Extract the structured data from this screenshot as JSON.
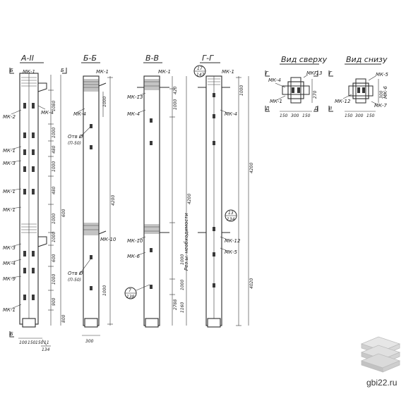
{
  "sections": [
    {
      "title": "А-II",
      "top_marker_left": "Б",
      "top_marker_right": "Б",
      "bottom_marker_left": "Б",
      "labels": [
        "МК-1",
        "МК-2",
        "МК-4",
        "МК-1",
        "МК-3",
        "МК-1",
        "МК-1",
        "МК-3",
        "МК-4",
        "МК-9",
        "МК-1"
      ],
      "dims": [
        "1080",
        "1000",
        "480",
        "1000",
        "480",
        "1000",
        "1000",
        "600",
        "1000",
        "900",
        "600",
        "800"
      ],
      "bottom_dims": [
        "100",
        "150",
        "150"
      ],
      "bottom_ref": "11",
      "bottom_ref_sheet": "134"
    },
    {
      "title": "Б-Б",
      "labels": [
        "МК-1",
        "МК-4",
        "Отв Ø",
        "(П-50)",
        "МК-10",
        "Отв Ø",
        "(П-50)"
      ],
      "dims": [
        "4200",
        "1000",
        "1000"
      ],
      "width_dim": "300"
    },
    {
      "title": "В-В",
      "labels": [
        "МК-1",
        "МК-13",
        "МК-4",
        "МК-10",
        "МК-6"
      ],
      "dims": [
        "4200",
        "2788",
        "1000",
        "420",
        "1000",
        "1000",
        "1160"
      ],
      "ref_num": "7",
      "ref_sheet": "138",
      "vertical_note": "Рез.ы. необходимости"
    },
    {
      "title": "Г-Г",
      "labels": [
        "МК-1",
        "МК-4",
        "МК-12",
        "МК-5"
      ],
      "dims": [
        "4200",
        "4020",
        "1000"
      ],
      "ref_top": "17",
      "ref_top_sheet": "147",
      "ref_mid": "13",
      "ref_mid_sheet": "134"
    }
  ],
  "plan_top": {
    "title": "Вид сверху",
    "labels": [
      "МК-4",
      "МК-13",
      "МК-1"
    ],
    "markers": [
      "Г",
      "Г",
      "Д",
      "Д"
    ],
    "dims": [
      "150",
      "300",
      "150",
      "270"
    ]
  },
  "plan_bottom": {
    "title": "Вид снизу",
    "labels": [
      "МК-5",
      "МК-12",
      "МК-7",
      "МК-6"
    ],
    "markers": [
      "Г",
      "II"
    ],
    "dims": [
      "150",
      "300",
      "150",
      "300"
    ]
  },
  "watermark": {
    "site": "gbi22.ru",
    "icon": "stacked-slabs-logo"
  }
}
